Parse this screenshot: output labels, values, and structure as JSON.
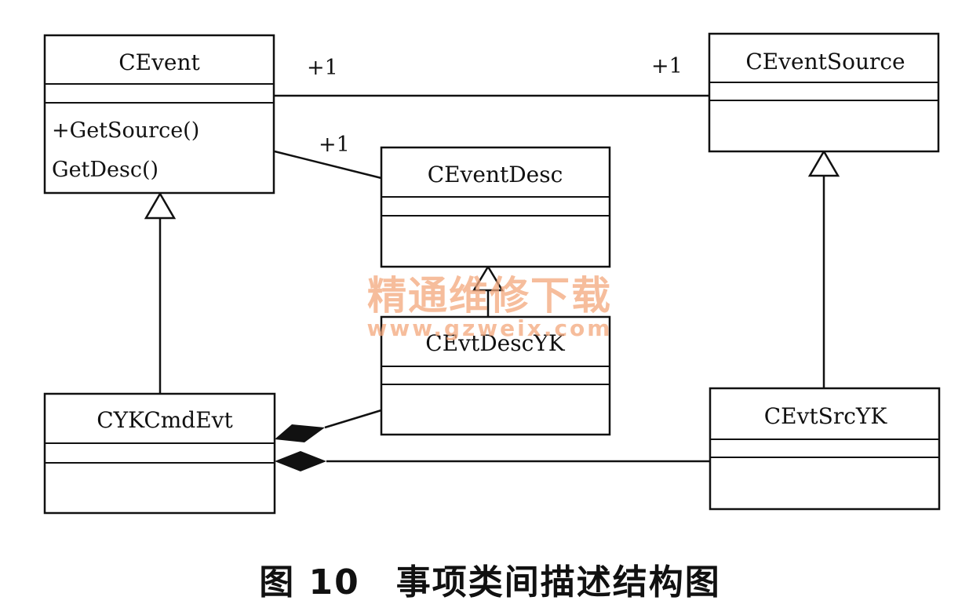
{
  "classes": {
    "cevent": {
      "name": "CEvent",
      "ops": [
        "+GetSource()",
        "GetDesc()"
      ]
    },
    "ceventsource": {
      "name": "CEventSource"
    },
    "ceventdesc": {
      "name": "CEventDesc"
    },
    "cevtdescyk": {
      "name": "CEvtDescYK"
    },
    "cykcmdevt": {
      "name": "CYKCmdEvt"
    },
    "cevtsrcyk": {
      "name": "CEvtSrcYK"
    }
  },
  "multiplicities": {
    "event_source_left": "+1",
    "event_source_right": "+1",
    "event_desc": "+1"
  },
  "watermark": {
    "line1": "精通维修下载",
    "line2": "www.gzweix.com"
  },
  "caption": "图 10　事项类间描述结构图"
}
